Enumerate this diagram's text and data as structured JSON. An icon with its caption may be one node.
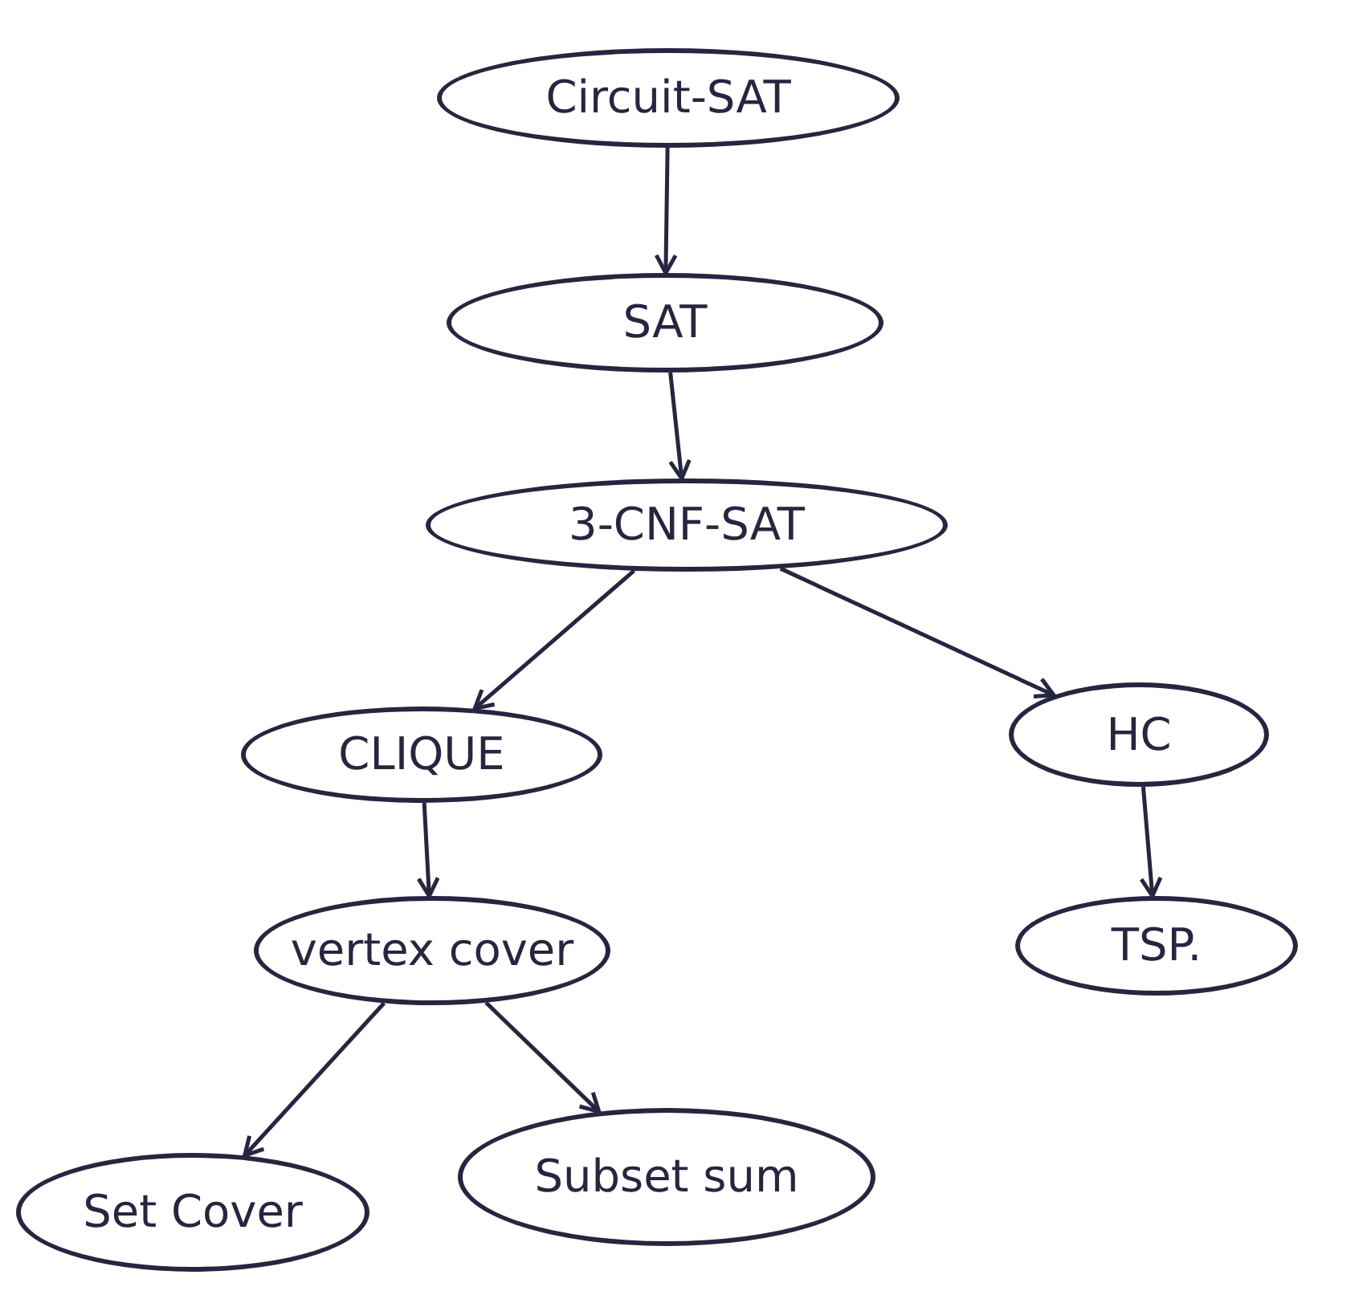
{
  "diagram": {
    "nodes": [
      {
        "text": [
          "Circuit-SAT"
        ]
      },
      {
        "text": [
          "SAT"
        ]
      },
      {
        "text": [
          "3-CNF-SAT"
        ]
      },
      {
        "text": [
          "CLIQUE"
        ]
      },
      {
        "text": [
          "HC"
        ]
      },
      {
        "text": [
          "vertex cover"
        ]
      },
      {
        "text": [
          "TSP."
        ]
      },
      {
        "text": [
          "Set Cover"
        ]
      },
      {
        "text": [
          "Subset sum"
        ]
      }
    ],
    "edges": [
      {
        "from": 0,
        "to": 1,
        "arrow": "to"
      },
      {
        "from": 1,
        "to": 2,
        "arrow": "to"
      },
      {
        "from": 2,
        "to": 3,
        "arrow": "to"
      },
      {
        "from": 2,
        "to": 4,
        "arrow": "to"
      },
      {
        "from": 3,
        "to": 5,
        "arrow": "to"
      },
      {
        "from": 4,
        "to": 6,
        "arrow": "to"
      },
      {
        "from": 5,
        "to": 7,
        "arrow": "to"
      },
      {
        "from": 5,
        "to": 8,
        "arrow": "to"
      }
    ]
  }
}
